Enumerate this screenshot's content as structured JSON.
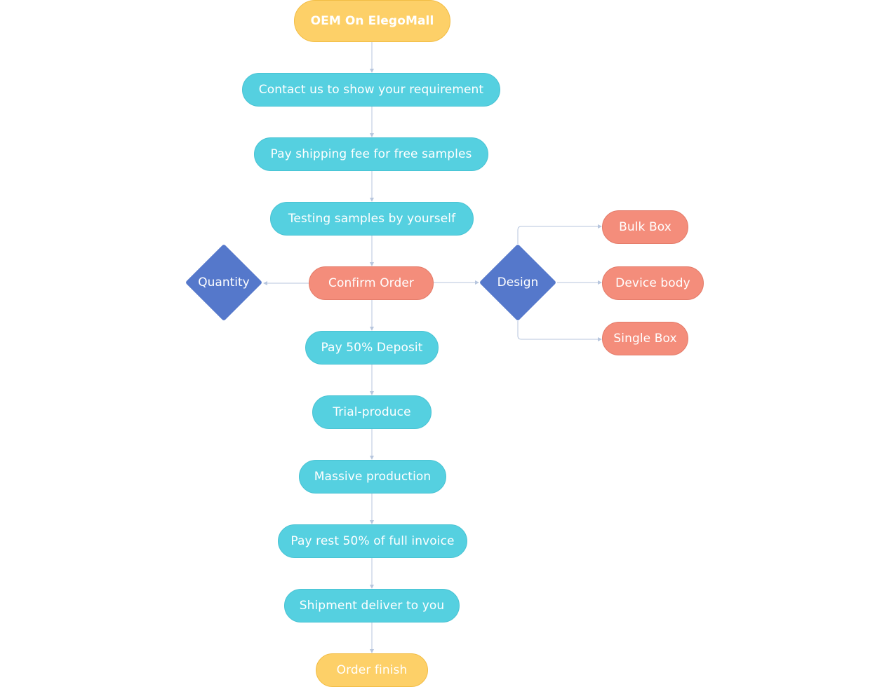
{
  "flowchart": {
    "start": "OEM On ElegoMall",
    "steps": [
      "Contact us to show your requirement",
      "Pay shipping fee for free samples",
      "Testing samples by yourself",
      "Confirm Order",
      "Pay 50% Deposit",
      "Trial-produce",
      "Massive production",
      "Pay rest 50% of full invoice",
      "Shipment deliver to you"
    ],
    "end": "Order finish",
    "decisions": {
      "quantity": "Quantity",
      "design": "Design"
    },
    "design_options": [
      "Bulk Box",
      "Device body",
      "Single Box"
    ]
  },
  "colors": {
    "terminal": "#fdd068",
    "step": "#55d0e0",
    "option": "#f48d7b",
    "decision": "#5578cb",
    "connector": "#b7c6de"
  }
}
